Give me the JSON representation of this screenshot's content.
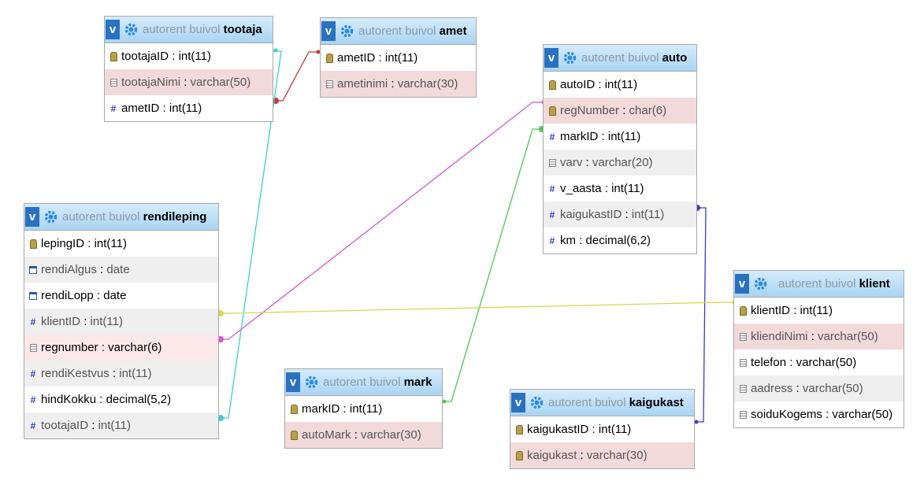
{
  "db_prefix": "autorent buivol",
  "tables": {
    "tootaja": {
      "name": "tootaja",
      "columns": [
        {
          "icon": "key",
          "name": "tootajaID",
          "type": "int(11)"
        },
        {
          "icon": "text",
          "name": "tootajaNimi",
          "type": "varchar(50)"
        },
        {
          "icon": "hash",
          "name": "ametID",
          "type": "int(11)"
        }
      ]
    },
    "amet": {
      "name": "amet",
      "columns": [
        {
          "icon": "key",
          "name": "ametID",
          "type": "int(11)"
        },
        {
          "icon": "text",
          "name": "ametinimi",
          "type": "varchar(30)"
        }
      ]
    },
    "auto": {
      "name": "auto",
      "columns": [
        {
          "icon": "key",
          "name": "autoID",
          "type": "int(11)"
        },
        {
          "icon": "key",
          "name": "regNumber",
          "type": "char(6)"
        },
        {
          "icon": "hash",
          "name": "markID",
          "type": "int(11)"
        },
        {
          "icon": "text",
          "name": "varv",
          "type": "varchar(20)"
        },
        {
          "icon": "hash",
          "name": "v_aasta",
          "type": "int(11)"
        },
        {
          "icon": "hash",
          "name": "kaigukastID",
          "type": "int(11)"
        },
        {
          "icon": "hash",
          "name": "km",
          "type": "decimal(6,2)"
        }
      ]
    },
    "rendileping": {
      "name": "rendileping",
      "columns": [
        {
          "icon": "key",
          "name": "lepingID",
          "type": "int(11)"
        },
        {
          "icon": "date",
          "name": "rendiAlgus",
          "type": "date"
        },
        {
          "icon": "date",
          "name": "rendiLopp",
          "type": "date"
        },
        {
          "icon": "hash",
          "name": "klientID",
          "type": "int(11)"
        },
        {
          "icon": "text",
          "name": "regnumber",
          "type": "varchar(6)"
        },
        {
          "icon": "hash",
          "name": "rendiKestvus",
          "type": "int(11)"
        },
        {
          "icon": "hash",
          "name": "hindKokku",
          "type": "decimal(5,2)"
        },
        {
          "icon": "hash",
          "name": "tootajaID",
          "type": "int(11)"
        }
      ]
    },
    "klient": {
      "name": "klient",
      "columns": [
        {
          "icon": "key",
          "name": "klientID",
          "type": "int(11)"
        },
        {
          "icon": "text",
          "name": "kliendiNimi",
          "type": "varchar(50)"
        },
        {
          "icon": "text",
          "name": "telefon",
          "type": "varchar(50)"
        },
        {
          "icon": "text",
          "name": "aadress",
          "type": "varchar(50)"
        },
        {
          "icon": "text",
          "name": "soiduKogems",
          "type": "varchar(50)"
        }
      ]
    },
    "mark": {
      "name": "mark",
      "columns": [
        {
          "icon": "key",
          "name": "markID",
          "type": "int(11)"
        },
        {
          "icon": "key",
          "name": "autoMark",
          "type": "varchar(30)"
        }
      ]
    },
    "kaigukast": {
      "name": "kaigukast",
      "columns": [
        {
          "icon": "key",
          "name": "kaigukastID",
          "type": "int(11)"
        },
        {
          "icon": "key",
          "name": "kaigukast",
          "type": "varchar(30)"
        }
      ]
    }
  },
  "colors": {
    "tootaja_amet": "#c23a3a",
    "tootaja_rendileping": "#3ccfd0",
    "auto_rendileping": "#d655d6",
    "auto_mark": "#4cc94c",
    "auto_kaigukast": "#3a3ac8",
    "klient_rendileping": "#d8d84a",
    "toggle_button": "#2a72c0",
    "header_gradient_top": "#d6ecfb",
    "header_gradient_bottom": "#a9d4f3",
    "row_shade": "#efefef",
    "row_pink": "#f2dada"
  }
}
